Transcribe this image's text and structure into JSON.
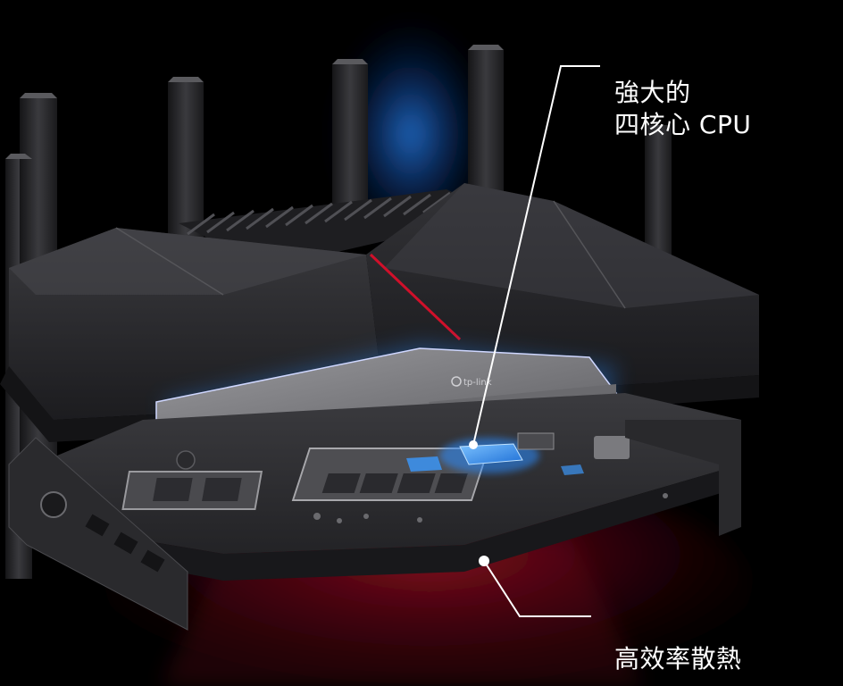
{
  "callouts": {
    "cpu": {
      "line1": "強大的",
      "line2": "四核心 CPU"
    },
    "cooling": {
      "label": "高效率散熱"
    }
  },
  "product": {
    "logo_text": "tp-link"
  },
  "colors": {
    "background": "#000000",
    "text": "#ffffff",
    "accent_blue": "#2a8cff",
    "accent_red": "#c0102a",
    "chassis": "#2b2b2e"
  }
}
